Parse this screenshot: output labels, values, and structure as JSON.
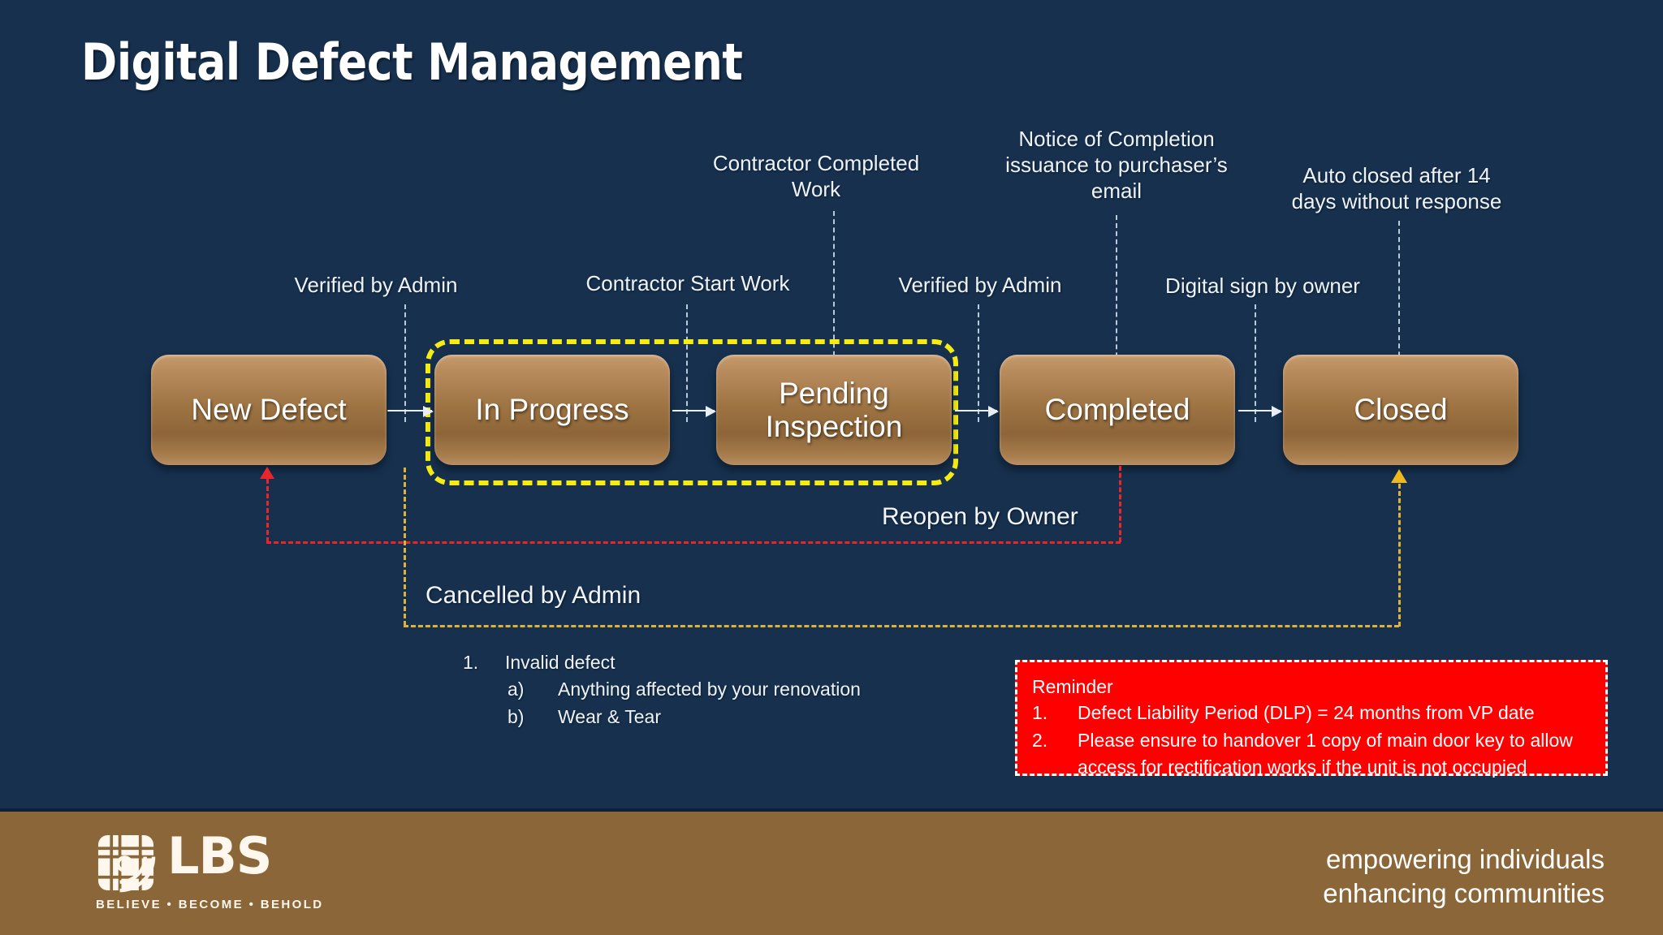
{
  "slide": {
    "title": "Digital Defect Management",
    "background_color": "#16304e",
    "node_color": "#9d7342",
    "highlight_color": "#f6ec13",
    "reopen_color": "#e8262b",
    "cancel_color": "#ddb23a",
    "reminder_color": "#fe0000"
  },
  "flow": {
    "nodes": [
      {
        "id": "new-defect",
        "label": "New Defect"
      },
      {
        "id": "in-progress",
        "label": "In Progress"
      },
      {
        "id": "pending-inspection",
        "label": "Pending\nInspection"
      },
      {
        "id": "completed",
        "label": "Completed"
      },
      {
        "id": "closed",
        "label": "Closed"
      }
    ],
    "transitions_lower": [
      {
        "id": "verified-by-admin-1",
        "label": "Verified by Admin"
      },
      {
        "id": "contractor-start-work",
        "label": "Contractor Start Work"
      },
      {
        "id": "verified-by-admin-2",
        "label": "Verified by Admin"
      },
      {
        "id": "digital-sign-by-owner",
        "label": "Digital sign by owner"
      }
    ],
    "transitions_upper": [
      {
        "id": "contractor-completed-work",
        "label": "Contractor Completed\nWork"
      },
      {
        "id": "notice-of-completion",
        "label": "Notice of Completion\nissuance to purchaser’s\nemail"
      },
      {
        "id": "auto-closed",
        "label": "Auto closed after 14\ndays without response"
      }
    ],
    "loops": [
      {
        "id": "reopen-by-owner",
        "label": "Reopen by Owner"
      },
      {
        "id": "cancelled-by-admin",
        "label": "Cancelled by Admin"
      }
    ]
  },
  "notes": {
    "item1_marker": "1.",
    "item1_text": "Invalid defect",
    "sub_a_marker": "a)",
    "sub_a_text": "Anything affected by  your renovation",
    "sub_b_marker": "b)",
    "sub_b_text": "Wear & Tear"
  },
  "reminder": {
    "title": "Reminder",
    "item1_num": "1.",
    "item1_text": "Defect Liability Period (DLP) = 24 months from VP date",
    "item2_num": "2.",
    "item2_text": "Please ensure to handover 1 copy of main door key to allow",
    "item2_cont": "access for rectification works if the unit is not occupied"
  },
  "footer": {
    "logo_text": "LBS",
    "logo_tagline": "BELIEVE • BECOME • BEHOLD",
    "slogan_line1": "empowering individuals",
    "slogan_line2": "enhancing communities"
  }
}
